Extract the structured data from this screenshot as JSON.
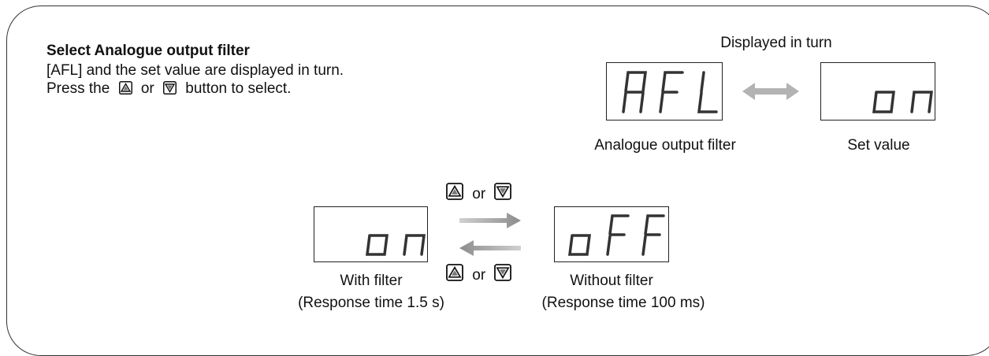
{
  "instructions": {
    "title": "Select Analogue output filter",
    "line1": "[AFL] and the set value are displayed in turn.",
    "line2_before": "Press the",
    "line2_or": "or",
    "line2_after": "button to select."
  },
  "top_diagram": {
    "caption": "Displayed in turn",
    "left_display_text": "AFL",
    "left_label": "Analogue output filter",
    "right_display_text": "on",
    "right_label": "Set value"
  },
  "bottom_diagram": {
    "top_or": "or",
    "bottom_or": "or",
    "left_display_text": "on",
    "left_label_1": "With filter",
    "left_label_2": "(Response time 1.5 s)",
    "right_display_text": "oFF",
    "right_label_1": "Without filter",
    "right_label_2": "(Response time 100 ms)"
  },
  "icons": {
    "up_button": "up-triangle-button-icon",
    "down_button": "down-triangle-button-icon",
    "double_arrow": "double-arrow-icon",
    "right_arrow": "right-arrow-icon",
    "left_arrow": "left-arrow-icon"
  },
  "colors": {
    "arrow_gray": "#a6a6a6",
    "segment": "#333333"
  }
}
